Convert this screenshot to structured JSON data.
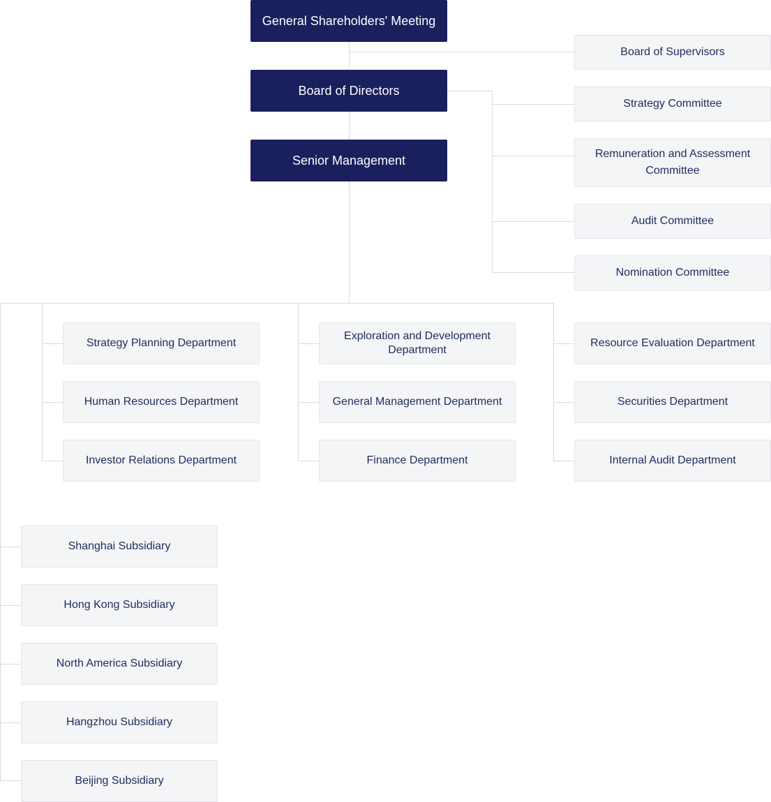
{
  "governance": {
    "shareholders_meeting": "General Shareholders' Meeting",
    "board_of_directors": "Board of Directors",
    "senior_management": "Senior Management"
  },
  "supervisors": "Board of Supervisors",
  "committees": [
    "Strategy Committee",
    "Remuneration and Assessment Committee",
    "Audit Committee",
    "Nomination Committee"
  ],
  "departments": {
    "column1": [
      "Strategy Planning Department",
      "Human Resources Department",
      "Investor Relations Department"
    ],
    "column2": [
      "Exploration and Development Department",
      "General Management Department",
      "Finance Department"
    ],
    "column3": [
      "Resource Evaluation Department",
      "Securities Department",
      "Internal Audit Department"
    ]
  },
  "subsidiaries": [
    "Shanghai Subsidiary",
    "Hong Kong Subsidiary",
    "North America Subsidiary",
    "Hangzhou Subsidiary",
    "Beijing Subsidiary"
  ],
  "colors": {
    "primary_node": "#1a1f5e",
    "secondary_node": "#f4f5f7",
    "connector": "#d9dbe0",
    "secondary_text": "#1f2a5c"
  }
}
